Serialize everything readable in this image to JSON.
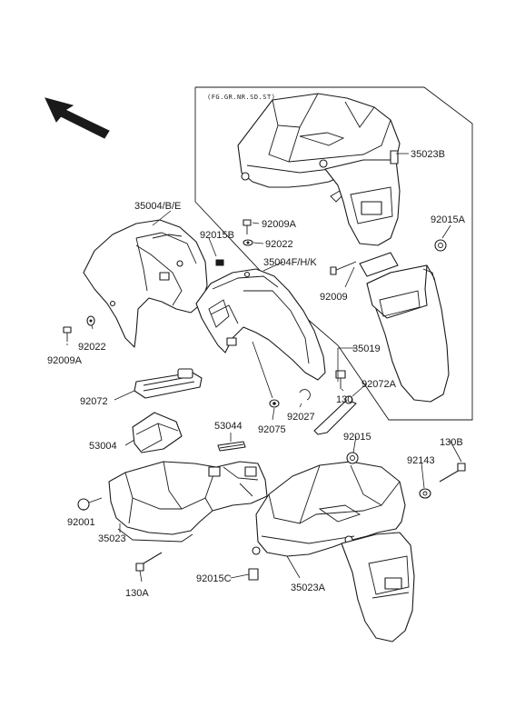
{
  "region_note": "(FG.GR.NR.SD.ST)",
  "labels": {
    "p35023B": "35023B",
    "p35004BE": "35004/B/E",
    "p92009A_top": "92009A",
    "p92015B": "92015B",
    "p92022_top": "92022",
    "p35004FHK": "35004F/H/K",
    "p92015A": "92015A",
    "p92009": "92009",
    "p92022_left": "92022",
    "p92009A_left": "92009A",
    "p35019": "35019",
    "p92072": "92072",
    "p92072A": "92072A",
    "p130": "130",
    "p92027": "92027",
    "p53044": "53044",
    "p92075": "92075",
    "p53004": "53004",
    "p92015": "92015",
    "p130B": "130B",
    "p92143": "92143",
    "p92001": "92001",
    "p35023": "35023",
    "p130A": "130A",
    "p92015C": "92015C",
    "p35023A": "35023A"
  },
  "icons": {
    "direction_arrow": "front-direction-arrow-icon"
  }
}
